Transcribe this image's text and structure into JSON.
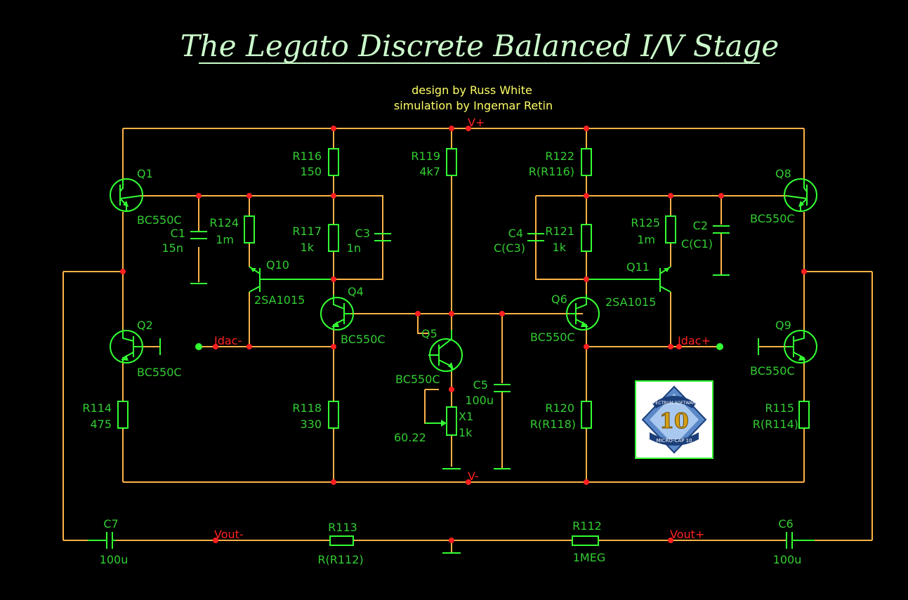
{
  "title": "The Legato Discrete Balanced I/V Stage",
  "credits": [
    "design by Russ White",
    "simulation by Ingemar Retin"
  ],
  "colors": {
    "wire": "#ffb347",
    "component": "#33ff33",
    "label": "#33cc33",
    "net": "#ff2222",
    "junction": "#ff2020",
    "title": "#ccffcc",
    "credit": "#ffff66",
    "background": "#000000"
  },
  "nets": {
    "vplus": "V+",
    "vminus": "V-",
    "idac_minus": "Idac-",
    "idac_plus": "Idac+",
    "vout_minus": "Vout-",
    "vout_plus": "Vout+"
  },
  "components": {
    "Q1": {
      "name": "Q1",
      "value": "BC550C"
    },
    "Q2": {
      "name": "Q2",
      "value": "BC550C"
    },
    "Q4": {
      "name": "Q4",
      "value": "BC550C"
    },
    "Q5": {
      "name": "Q5",
      "value": "BC550C"
    },
    "Q6": {
      "name": "Q6",
      "value": "BC550C"
    },
    "Q8": {
      "name": "Q8",
      "value": "BC550C"
    },
    "Q9": {
      "name": "Q9",
      "value": "BC550C"
    },
    "Q10": {
      "name": "Q10",
      "value": "2SA1015"
    },
    "Q11": {
      "name": "Q11",
      "value": "2SA1015"
    },
    "R116": {
      "name": "R116",
      "value": "150"
    },
    "R117": {
      "name": "R117",
      "value": "1k"
    },
    "R118": {
      "name": "R118",
      "value": "330"
    },
    "R119": {
      "name": "R119",
      "value": "4k7"
    },
    "R120": {
      "name": "R120",
      "value": "R(R118)"
    },
    "R121": {
      "name": "R121",
      "value": "1k"
    },
    "R122": {
      "name": "R122",
      "value": "R(R116)"
    },
    "R124": {
      "name": "R124",
      "value": "1m"
    },
    "R125": {
      "name": "R125",
      "value": "1m"
    },
    "R114": {
      "name": "R114",
      "value": "475"
    },
    "R115": {
      "name": "R115",
      "value": "R(R114)"
    },
    "R112": {
      "name": "R112",
      "value": "1MEG"
    },
    "R113": {
      "name": "R113",
      "value": "R(R112)"
    },
    "C1": {
      "name": "C1",
      "value": "15n"
    },
    "C2": {
      "name": "C2",
      "value": "C(C1)"
    },
    "C3": {
      "name": "C3",
      "value": "1n"
    },
    "C4": {
      "name": "C4",
      "value": "C(C3)"
    },
    "C5": {
      "name": "C5",
      "value": "100u"
    },
    "C6": {
      "name": "C6",
      "value": "100u"
    },
    "C7": {
      "name": "C7",
      "value": "100u"
    },
    "X1": {
      "name": "X1",
      "value": "1k",
      "setting": "60.22"
    }
  },
  "logo": {
    "top_text": "SPECTRUM SOFTWARE",
    "number": "10",
    "bottom_text": "MICRO-CAP 10"
  }
}
